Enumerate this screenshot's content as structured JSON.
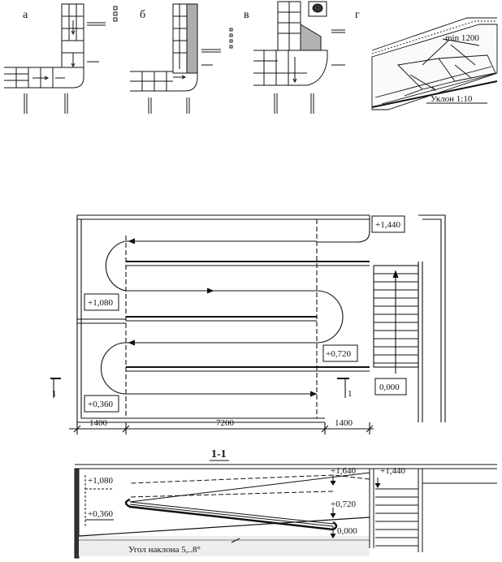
{
  "panels": {
    "a": "а",
    "b": "б",
    "v": "в",
    "g": "г"
  },
  "ramp_sketch": {
    "min_width": "min 1200",
    "slope": "Уклон 1:10"
  },
  "plan": {
    "levels": {
      "top_right": "+1,440",
      "left_mid": "+1,080",
      "right_mid": "+0,720",
      "left_bottom": "+0,360",
      "stairs_base": "0,000"
    },
    "section_marks": [
      "1",
      "1"
    ],
    "dimensions": [
      "1400",
      "7200",
      "1400"
    ]
  },
  "section": {
    "title": "1-1",
    "levels": {
      "left_top": "+1,080",
      "left_bottom": "+0,360",
      "mid_top": "+1,640",
      "right_top": "+1,440",
      "mid": "+0,720",
      "base": "0,000"
    },
    "slope_note": "Угол наклона 5,..8°"
  }
}
